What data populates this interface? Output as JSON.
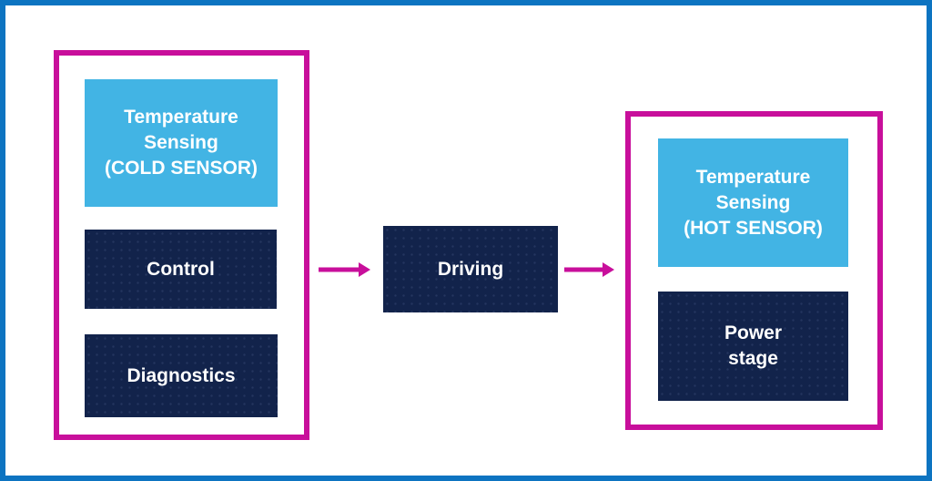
{
  "theme": {
    "frame-blue": "#0d74c1",
    "magenta": "#c80f9b",
    "light-blue": "#42b4e4",
    "navy": "#12234b",
    "text": "#ffffff",
    "background": "#ffffff"
  },
  "diagram": {
    "left_group": {
      "blocks": [
        {
          "label": "Temperature\nSensing\n(COLD SENSOR)"
        },
        {
          "label": "Control"
        },
        {
          "label": "Diagnostics"
        }
      ]
    },
    "driving": {
      "label": "Driving"
    },
    "right_group": {
      "blocks": [
        {
          "label": "Temperature\nSensing\n(HOT SENSOR)"
        },
        {
          "label": "Power\nstage"
        }
      ]
    }
  }
}
